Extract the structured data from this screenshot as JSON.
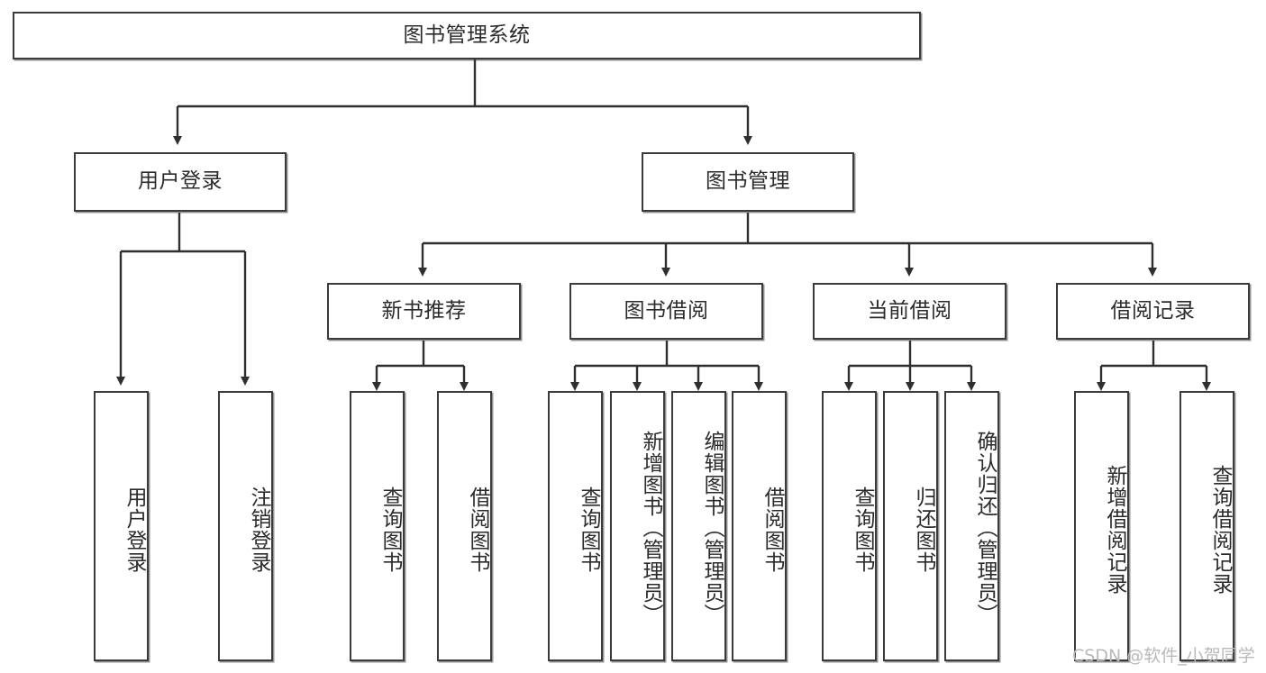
{
  "diagram": {
    "title": "图书管理系统",
    "watermark": "CSDN @软件_小贺同学",
    "line_color": "#3b3b3b",
    "box_fill": "#ffffff",
    "text_color": "#2b2b2b",
    "levels": {
      "root": "图书管理系统",
      "level2": [
        "用户登录",
        "图书管理"
      ],
      "level3": [
        "新书推荐",
        "图书借阅",
        "当前借阅",
        "借阅记录"
      ]
    },
    "nodes": {
      "root": {
        "label": "图书管理系统"
      },
      "user_login": {
        "label": "用户登录"
      },
      "book_manage": {
        "label": "图书管理"
      },
      "new_book_rec": {
        "label": "新书推荐"
      },
      "book_borrow": {
        "label": "图书借阅"
      },
      "current_borrow": {
        "label": "当前借阅"
      },
      "borrow_record": {
        "label": "借阅记录"
      },
      "leaf_user_login": {
        "label": "用户登录"
      },
      "leaf_logout": {
        "label": "注销登录"
      },
      "leaf_query_book_a": {
        "label": "查询图书"
      },
      "leaf_borrow_book_a": {
        "label": "借阅图书"
      },
      "leaf_query_book_b": {
        "label": "查询图书"
      },
      "leaf_add_book": {
        "label": "新增图书（管理员）"
      },
      "leaf_edit_book": {
        "label": "编辑图书（管理员）"
      },
      "leaf_borrow_book_b": {
        "label": "借阅图书"
      },
      "leaf_query_book_c": {
        "label": "查询图书"
      },
      "leaf_return_book": {
        "label": "归还图书"
      },
      "leaf_confirm_return": {
        "label": "确认归还（管理员）"
      },
      "leaf_add_record": {
        "label": "新增借阅记录"
      },
      "leaf_query_record": {
        "label": "查询借阅记录"
      }
    }
  }
}
